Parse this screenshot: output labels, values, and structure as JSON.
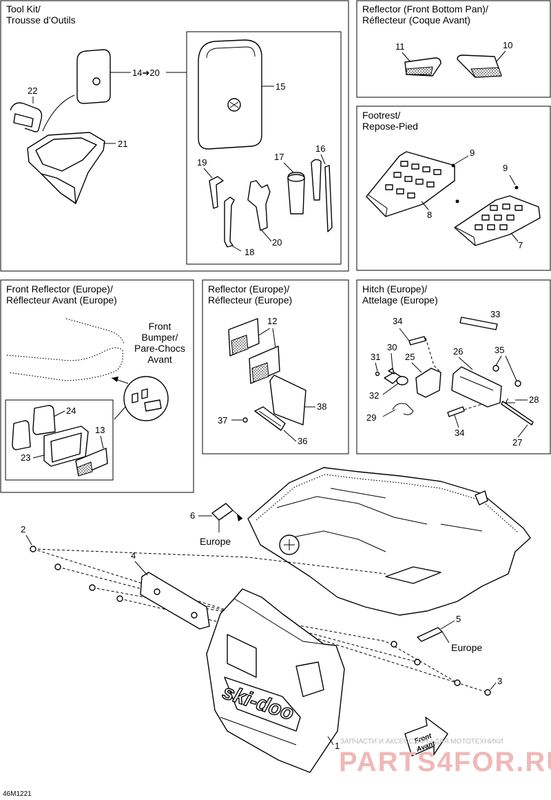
{
  "panels": {
    "tool_kit": {
      "title_en": "Tool Kit/",
      "title_fr": "Trousse d’Outils"
    },
    "reflector_front_bottom_pan": {
      "title_en": "Reflector (Front Bottom Pan)/",
      "title_fr": "Réflecteur (Coque Avant)"
    },
    "footrest": {
      "title_en": "Footrest/",
      "title_fr": "Repose-Pied"
    },
    "front_reflector_europe": {
      "title_en": "Front Reflector (Europe)/",
      "title_fr": "Réflecteur Avant (Europe)"
    },
    "reflector_europe": {
      "title_en": "Reflector (Europe)/",
      "title_fr": "Réflecteur (Europe)"
    },
    "hitch_europe": {
      "title_en": "Hitch (Europe)/",
      "title_fr": "Attelage (Europe)"
    }
  },
  "callouts": {
    "c1": "1",
    "c2": "2",
    "c3": "3",
    "c4": "4",
    "c5": "5",
    "c6": "6",
    "c7": "7",
    "c8": "8",
    "c9a": "9",
    "c9b": "9",
    "c10": "10",
    "c11": "11",
    "c12": "12",
    "c13": "13",
    "c14_20": "14➔20",
    "c15": "15",
    "c16": "16",
    "c17": "17",
    "c18": "18",
    "c19": "19",
    "c20": "20",
    "c21": "21",
    "c22": "22",
    "c23": "23",
    "c24": "24",
    "c25": "25",
    "c26": "26",
    "c27": "27",
    "c28": "28",
    "c29": "29",
    "c30": "30",
    "c31": "31",
    "c32": "32",
    "c33": "33",
    "c34a": "34",
    "c34b": "34",
    "c35": "35",
    "c36": "36",
    "c37": "37",
    "c38": "38"
  },
  "labels": {
    "front_bumper": [
      "Front",
      "Bumper/",
      "Pare-Chocs",
      "Avant"
    ],
    "europe_6": "Europe",
    "europe_5": "Europe",
    "front_arrow": [
      "Front",
      "Avant"
    ],
    "logo": "ski-doo",
    "figure_id": "46M1221"
  },
  "watermark": {
    "line1": "ЗАПЧАСТИ И АКСЕССУАРЫ ДЛЯ МОТОТЕХНИКИ",
    "line2": "PARTS4FOR.RU"
  },
  "colors": {
    "line": "#000000",
    "fill": "#ffffff",
    "reflector_shade": "#555555",
    "watermark_red": "#f0b8b8"
  }
}
